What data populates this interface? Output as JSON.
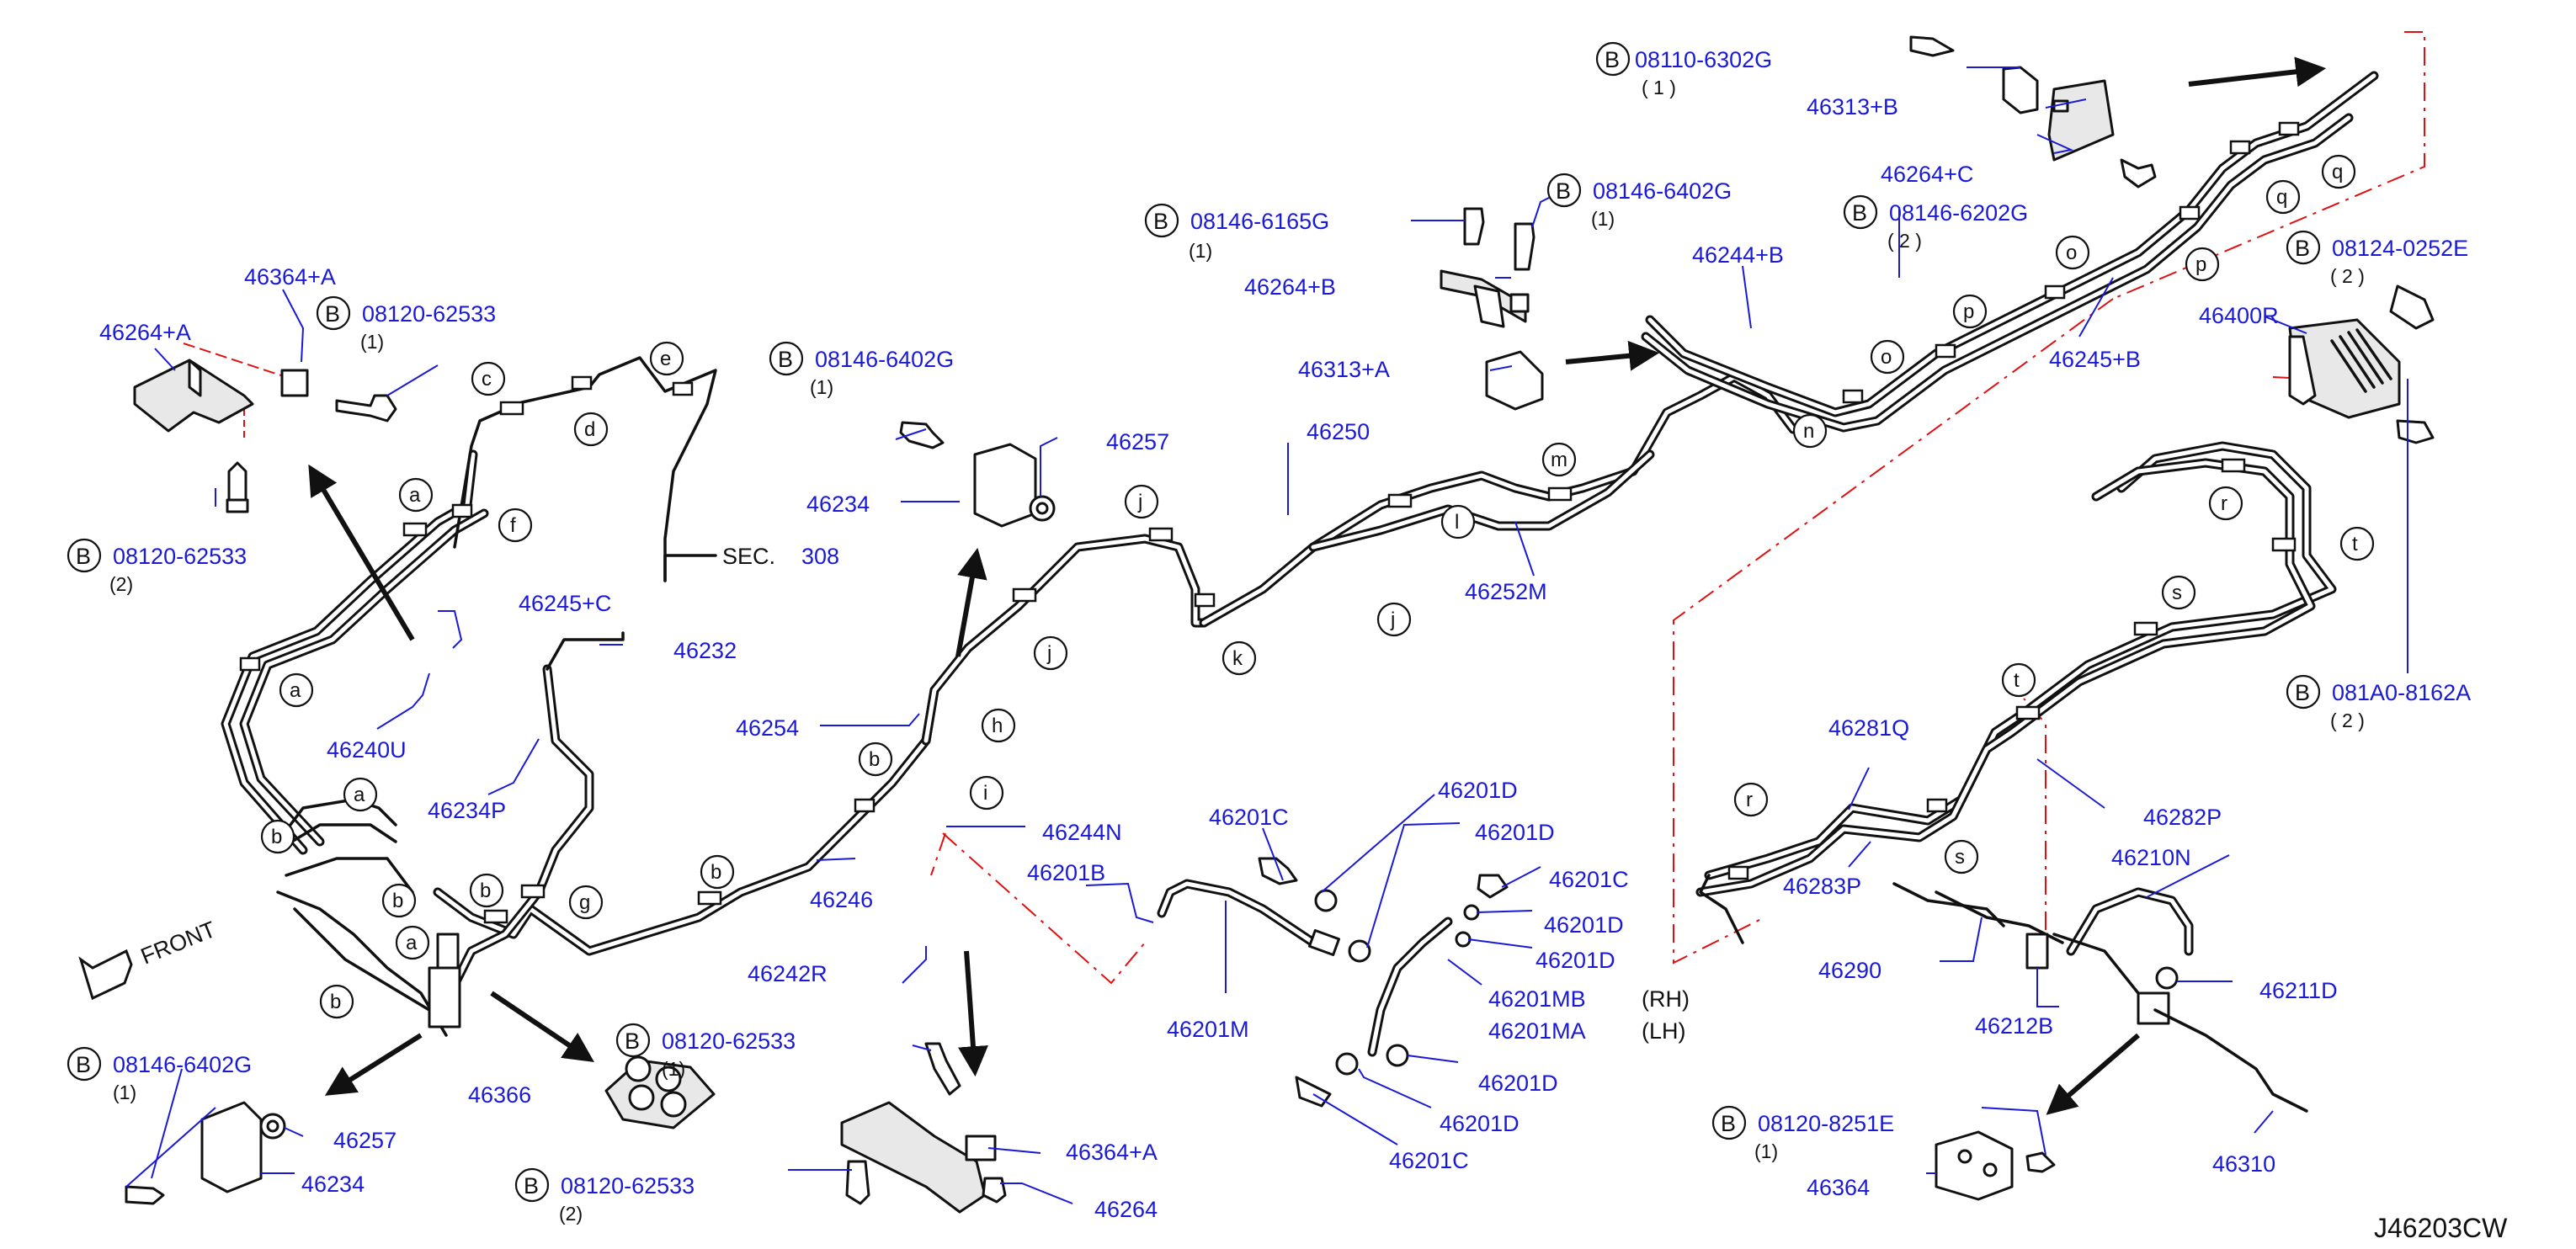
{
  "diagram_code": "J46203CW",
  "front_label": "FRONT",
  "sec_ref": {
    "label": "SEC.",
    "number": "308"
  },
  "side_labels": {
    "rh": "(RH)",
    "lh": "(LH)"
  },
  "bolts": [
    {
      "id": "b1",
      "prefix": "B",
      "number": "08110-6302G",
      "qty": "( 1 )"
    },
    {
      "id": "b2",
      "prefix": "B",
      "number": "08146-6402G",
      "qty": "(1)"
    },
    {
      "id": "b3",
      "prefix": "B",
      "number": "08146-6165G",
      "qty": "(1)"
    },
    {
      "id": "b4",
      "prefix": "B",
      "number": "08146-6202G",
      "qty": "( 2 )"
    },
    {
      "id": "b5",
      "prefix": "B",
      "number": "08124-0252E",
      "qty": "( 2 )"
    },
    {
      "id": "b6",
      "prefix": "B",
      "number": "08120-62533",
      "qty": "(1)"
    },
    {
      "id": "b7",
      "prefix": "B",
      "number": "08120-62533",
      "qty": "(2)"
    },
    {
      "id": "b8",
      "prefix": "B",
      "number": "08146-6402G",
      "qty": "(1)"
    },
    {
      "id": "b9",
      "prefix": "B",
      "number": "081A0-8162A",
      "qty": "( 2 )"
    },
    {
      "id": "b10",
      "prefix": "B",
      "number": "08146-6402G",
      "qty": "(1)"
    },
    {
      "id": "b11",
      "prefix": "B",
      "number": "08120-62533",
      "qty": "(1)"
    },
    {
      "id": "b12",
      "prefix": "B",
      "number": "08120-62533",
      "qty": "(2)"
    },
    {
      "id": "b13",
      "prefix": "B",
      "number": "08120-8251E",
      "qty": "(1)"
    }
  ],
  "parts": {
    "p46313B": "46313+B",
    "p46264C": "46264+C",
    "p46264B": "46264+B",
    "p46313A": "46313+A",
    "p46244B": "46244+B",
    "p46245B": "46245+B",
    "p46400R": "46400R",
    "p46364A_top": "46364+A",
    "p46264A": "46264+A",
    "p46257_top": "46257",
    "p46234_top": "46234",
    "p46245C": "46245+C",
    "p46232": "46232",
    "p46240U": "46240U",
    "p46234P": "46234P",
    "p46250": "46250",
    "p46252M": "46252M",
    "p46254": "46254",
    "p46246": "46246",
    "p46244N": "46244N",
    "p46242R": "46242R",
    "p46201C_a": "46201C",
    "p46201D_a": "46201D",
    "p46201D_b": "46201D",
    "p46201B": "46201B",
    "p46201C_b": "46201C",
    "p46201D_c": "46201D",
    "p46201D_d": "46201D",
    "p46201MB": "46201MB",
    "p46201MA": "46201MA",
    "p46201M": "46201M",
    "p46201D_e": "46201D",
    "p46201D_f": "46201D",
    "p46201C_c": "46201C",
    "p46281Q": "46281Q",
    "p46283P": "46283P",
    "p46282P": "46282P",
    "p46210N": "46210N",
    "p46290": "46290",
    "p46212B": "46212B",
    "p46211D": "46211D",
    "p46310": "46310",
    "p46364": "46364",
    "p46366": "46366",
    "p46257_bot": "46257",
    "p46234_bot": "46234",
    "p46364A_bot": "46364+A",
    "p46264_bot": "46264"
  },
  "clip_letters": {
    "a": "a",
    "b": "b",
    "c": "c",
    "d": "d",
    "e": "e",
    "f": "f",
    "g": "g",
    "h": "h",
    "i": "i",
    "j": "j",
    "k": "k",
    "l": "l",
    "m": "m",
    "n": "n",
    "o": "o",
    "p": "p",
    "q": "q",
    "r": "r",
    "s": "s",
    "t": "t"
  }
}
